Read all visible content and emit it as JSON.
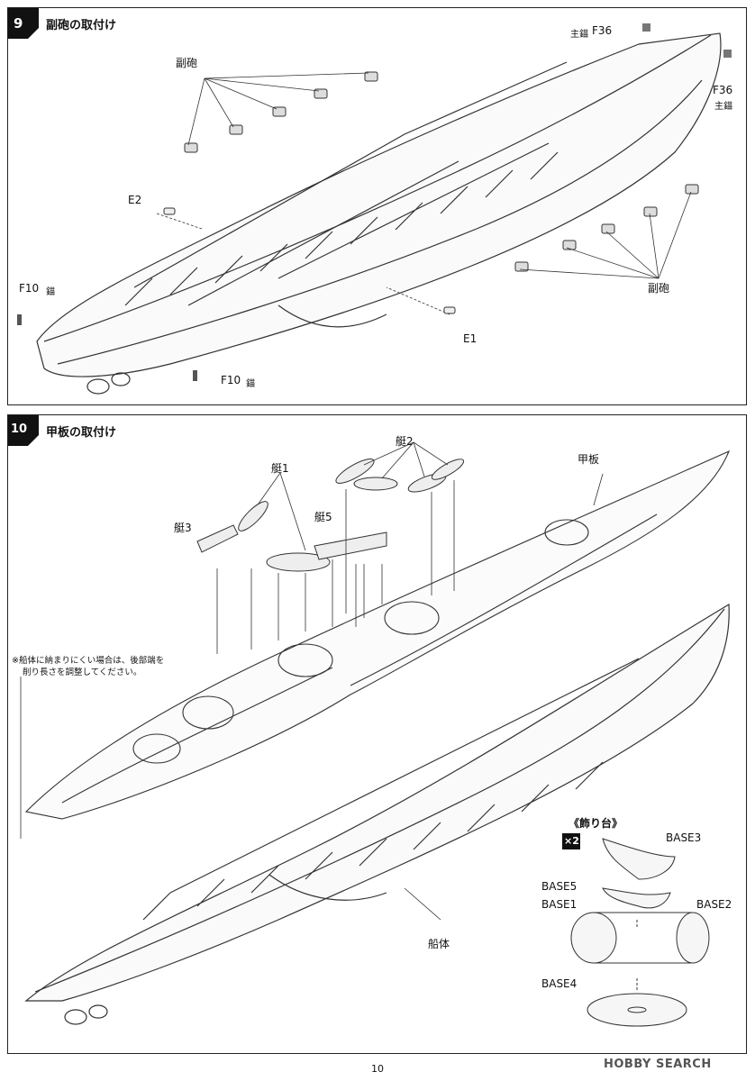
{
  "step9": {
    "number": "9",
    "title": "副砲の取付け",
    "labels": {
      "secondary_gun_top": "副砲",
      "secondary_gun_bottom": "副砲",
      "e2": "E2",
      "e1": "E1",
      "f10_left": "F10",
      "f10_left_sub": "錨",
      "f10_bottom": "F10",
      "f10_bottom_sub": "錨",
      "f36_top_sub": "主錨",
      "f36_top": "F36",
      "f36_right": "F36",
      "f36_right_sub": "主錨"
    }
  },
  "step10": {
    "number": "10",
    "title": "甲板の取付け",
    "labels": {
      "boat2": "艇2",
      "boat1": "艇1",
      "boat5": "艇5",
      "boat3": "艇3",
      "deck": "甲板",
      "hull": "船体",
      "note_line1": "※船体に納まりにくい場合は、後部端を",
      "note_line2": "削り長さを調整してください。"
    },
    "stand": {
      "title": "《飾り台》",
      "multiplier": "×2",
      "base3": "BASE3",
      "base5": "BASE5",
      "base1": "BASE1",
      "base2": "BASE2",
      "base4": "BASE4"
    }
  },
  "footer": {
    "page_number": "10",
    "watermark": "HOBBY SEARCH"
  }
}
